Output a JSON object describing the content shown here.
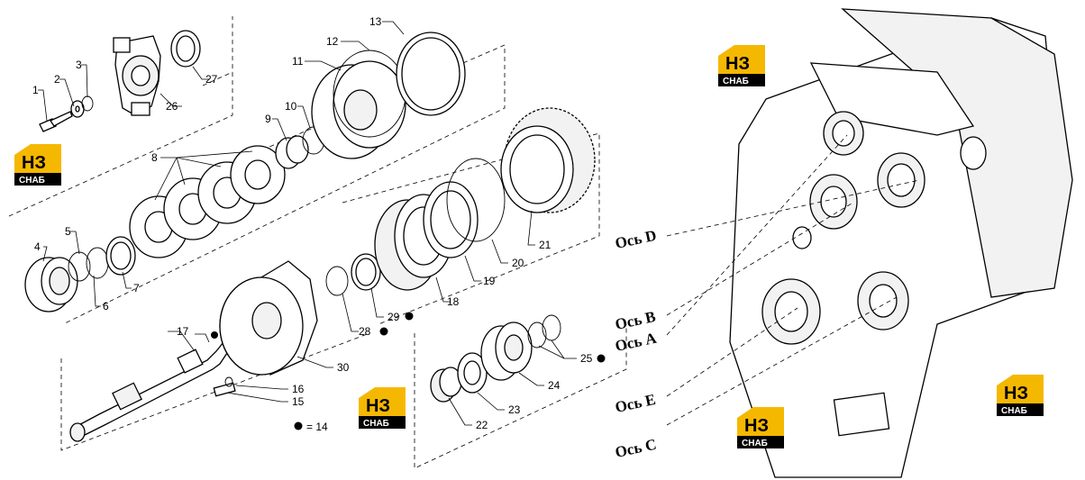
{
  "brand": {
    "logo_top": "НЗ",
    "logo_bottom": "СНАБ",
    "color": "#f5b800"
  },
  "callouts": [
    "1",
    "2",
    "3",
    "4",
    "5",
    "6",
    "7",
    "8",
    "9",
    "10",
    "11",
    "12",
    "13",
    "15",
    "16",
    "17",
    "18",
    "19",
    "20",
    "21",
    "22",
    "23",
    "24",
    "25",
    "26",
    "27",
    "28",
    "29",
    "30"
  ],
  "legend": {
    "marker": "●",
    "text": "= 14"
  },
  "axes": [
    "Ось D",
    "Ось B",
    "Ось A",
    "Ось E",
    "Ось C"
  ]
}
